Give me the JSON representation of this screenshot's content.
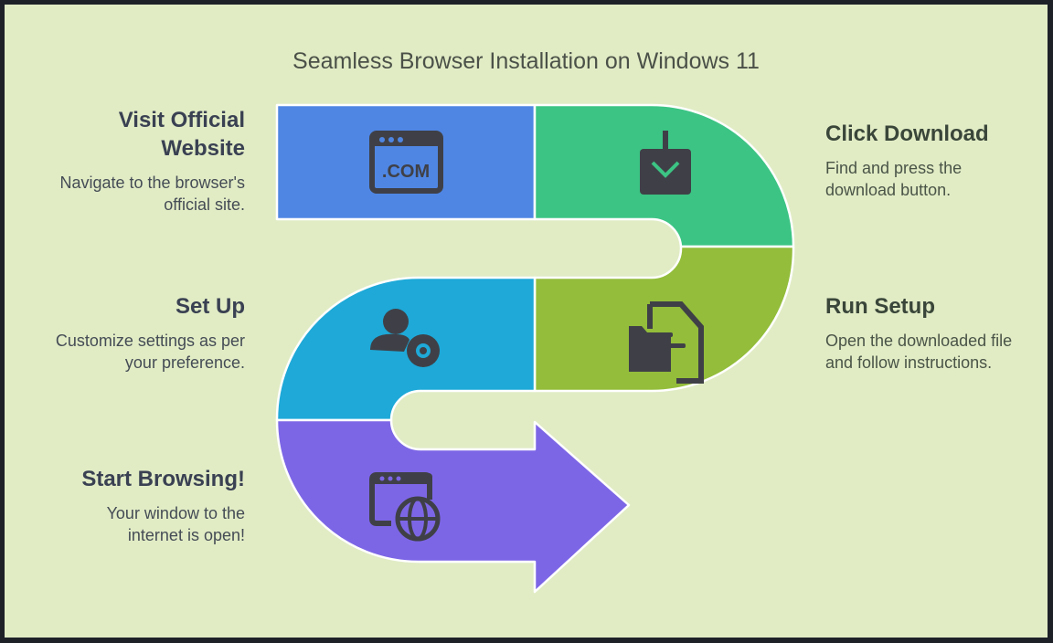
{
  "title": "Seamless Browser Installation on Windows 11",
  "steps": [
    {
      "heading": "Visit Official Website",
      "description": "Navigate to the browser's official site.",
      "icon": "web-address-icon",
      "color": "#4f86e3"
    },
    {
      "heading": "Click Download",
      "description": "Find and press the download button.",
      "icon": "download-icon",
      "color": "#3cc484"
    },
    {
      "heading": "Run Setup",
      "description": "Open the downloaded file and follow instructions.",
      "icon": "file-folder-icon",
      "color": "#93bd3b"
    },
    {
      "heading": "Set Up",
      "description": "Customize settings as per your preference.",
      "icon": "user-settings-icon",
      "color": "#1ea9d8"
    },
    {
      "heading": "Start Browsing!",
      "description": "Your window to the internet is open!",
      "icon": "browser-globe-icon",
      "color": "#7d66e6"
    }
  ],
  "com_label": ".COM"
}
